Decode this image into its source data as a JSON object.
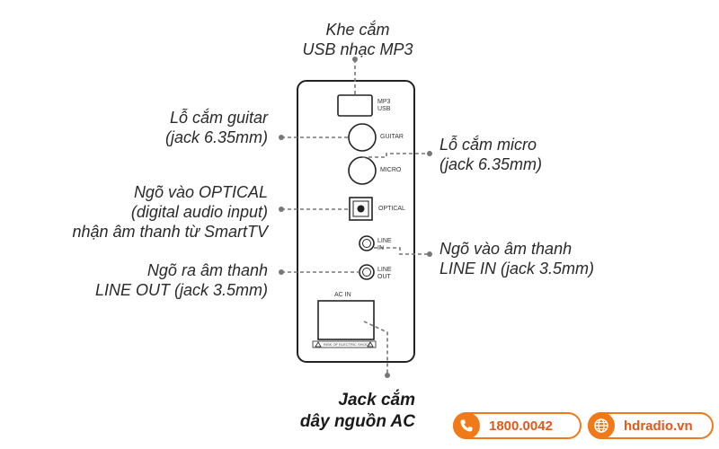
{
  "labels": {
    "usb": [
      "Khe cắm",
      "USB nhạc MP3"
    ],
    "guitar": [
      "Lỗ cắm guitar",
      "(jack 6.35mm)"
    ],
    "micro": [
      "Lỗ cắm micro",
      "(jack 6.35mm)"
    ],
    "optical": [
      "Ngõ vào OPTICAL",
      "(digital audio input)",
      "nhận âm thanh từ SmartTV"
    ],
    "line_in": [
      "Ngõ vào âm thanh",
      "LINE IN (jack 3.5mm)"
    ],
    "line_out": [
      "Ngõ ra âm thanh",
      "LINE OUT (jack 3.5mm)"
    ],
    "ac": [
      "Jack cắm",
      "dây nguồn AC"
    ]
  },
  "panel": {
    "mp3_usb": [
      "MP3",
      "USB"
    ],
    "guitar": "GUITAR",
    "micro": "MICRO",
    "optical": "OPTICAL",
    "line_in": [
      "LINE",
      "IN"
    ],
    "line_out": [
      "LINE",
      "OUT"
    ],
    "ac_in": "AC IN",
    "warning": "RISK OF ELECTRIC SHOCK"
  },
  "contact": {
    "phone": "1800.0042",
    "website": "hdradio.vn",
    "phone_icon": "phone-icon",
    "web_icon": "globe-icon"
  },
  "colors": {
    "accent": "#f07a1a",
    "accent_text": "#e4571b",
    "leader": "#777777"
  }
}
